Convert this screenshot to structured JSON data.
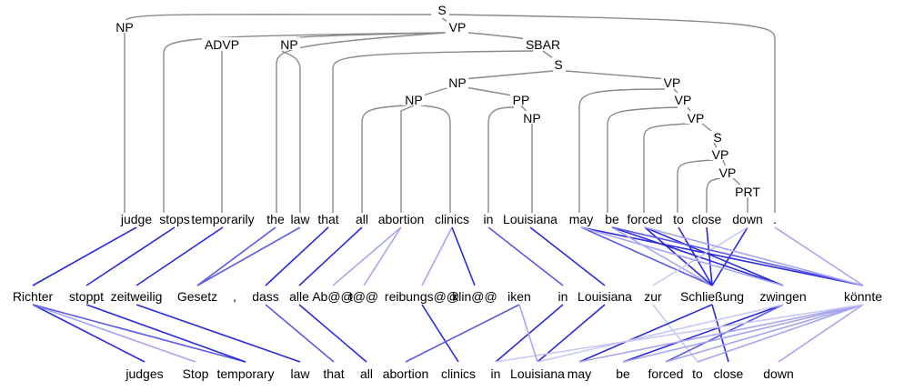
{
  "colors": {
    "tree_edge": "#8a8a8a",
    "strong": "#2b2bd9",
    "medium": "#5a5ae6",
    "light": "#a6a6f0",
    "faint": "#c8c8f5"
  },
  "tree_labels": [
    "S",
    "NP",
    "VP",
    "ADVP",
    "NP",
    "SBAR",
    "S",
    "NP",
    "VP",
    "NP",
    "PP",
    "VP",
    "NP",
    "VP",
    "S",
    "VP",
    "VP",
    "PRT"
  ],
  "source_tokens": [
    "judge",
    "stops",
    "temporarily",
    "the",
    "law",
    "that",
    "all",
    "abortion",
    "clinics",
    "in",
    "Louisiana",
    "may",
    "be",
    "forced",
    "to",
    "close",
    "down",
    "."
  ],
  "german_tokens": [
    "Richter",
    "stoppt",
    "zeitweilig",
    "Gesetz",
    ",",
    "dass",
    "alle",
    "Ab@@",
    "t@@",
    "reibungs@@",
    "klin@@",
    "iken",
    "in",
    "Louisiana",
    "zur",
    "Schließung",
    "zwingen",
    "könnte"
  ],
  "output_tokens": [
    "judges",
    "Stop",
    "temporary",
    "law",
    "that",
    "all",
    "abortion",
    "clinics",
    "in",
    "Louisiana",
    "may",
    "be",
    "forced",
    "to",
    "close",
    "down"
  ]
}
